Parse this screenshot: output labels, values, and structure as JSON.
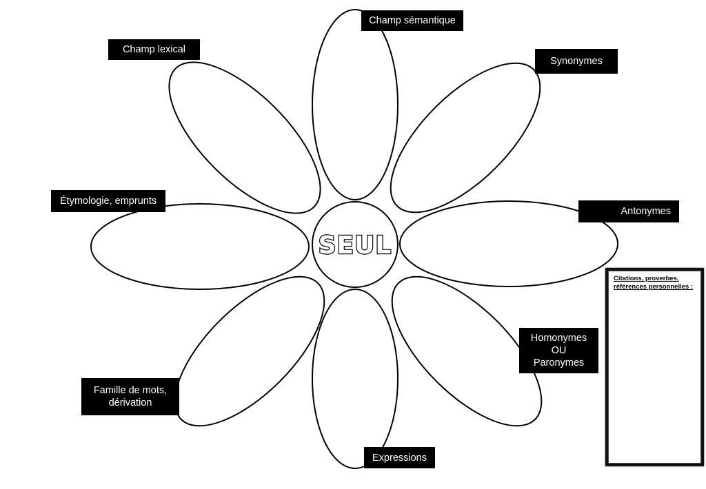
{
  "center_word": "SEUL",
  "labels": {
    "champ_semantique": "Champ sémantique",
    "champ_lexical": "Champ lexical",
    "synonymes": "Synonymes",
    "etymologie": "Étymologie, emprunts",
    "antonymes": "Antonymes",
    "homonymes": "Homonymes\nOU\nParonymes",
    "famille": "Famille de mots,\ndérivation",
    "expressions": "Expressions"
  },
  "notes": {
    "title": "Citations, proverbes, références personnelles :"
  }
}
